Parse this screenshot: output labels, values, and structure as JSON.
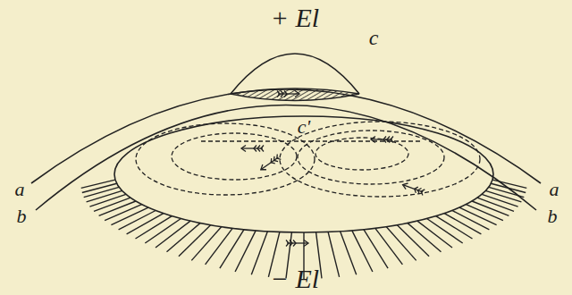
{
  "diagram": {
    "labels": [
      "+ El",
      "c",
      "a",
      "a",
      "b",
      "b",
      "c'",
      "− El"
    ]
  }
}
